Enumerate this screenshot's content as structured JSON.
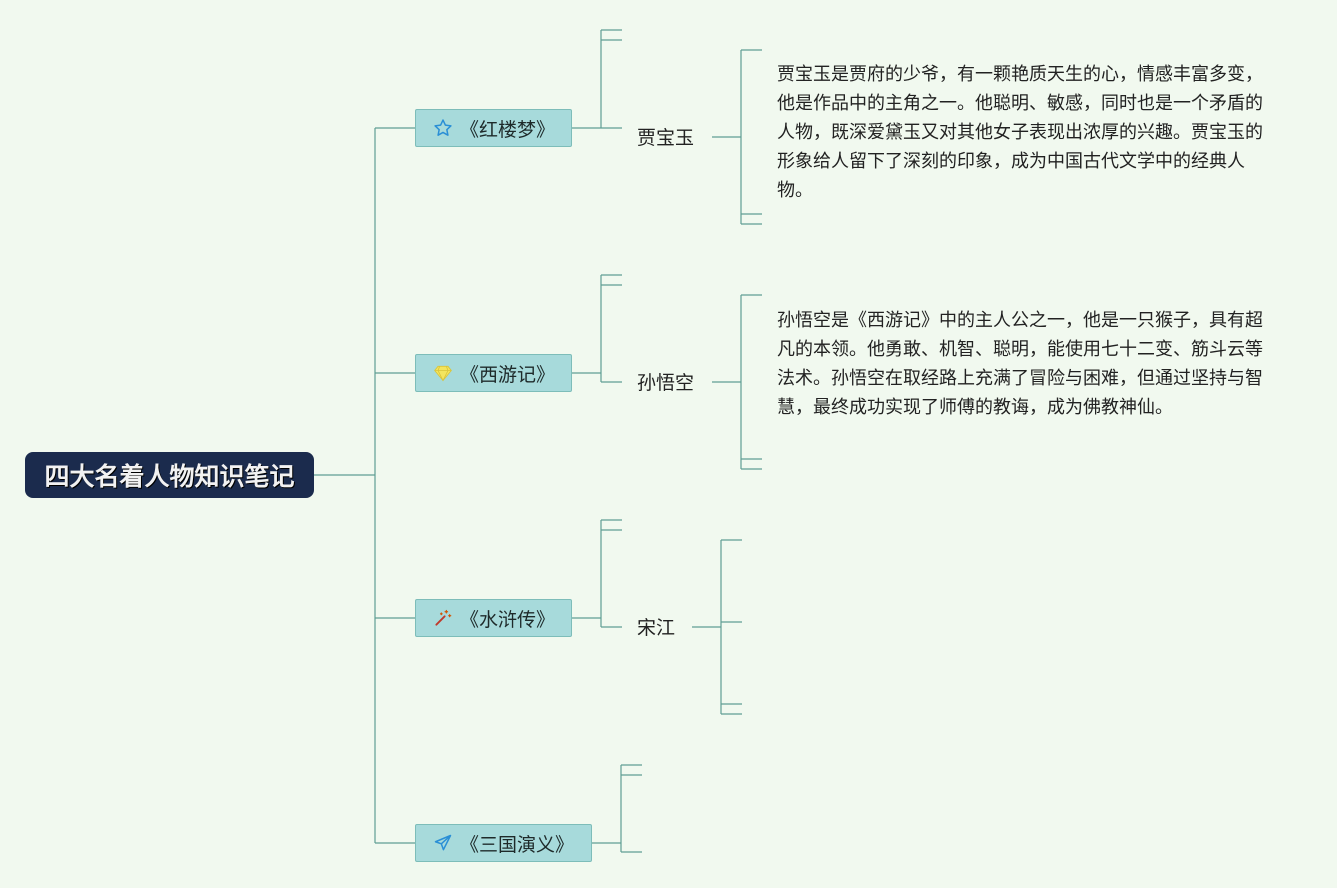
{
  "root": {
    "title": "四大名着人物知识笔记"
  },
  "books": [
    {
      "title": "《红楼梦》",
      "icon": "star-icon",
      "icon_color": "#2a8fd6"
    },
    {
      "title": "《西游记》",
      "icon": "diamond-icon",
      "icon_color": "#e8d84a"
    },
    {
      "title": "《水浒传》",
      "icon": "magic-wand-icon",
      "icon_color": "#c0392b"
    },
    {
      "title": "《三国演义》",
      "icon": "paper-plane-icon",
      "icon_color": "#2a8fd6"
    }
  ],
  "characters": [
    {
      "name": "贾宝玉",
      "description": "贾宝玉是贾府的少爷，有一颗艳质天生的心，情感丰富多变，他是作品中的主角之一。他聪明、敏感，同时也是一个矛盾的人物，既深爱黛玉又对其他女子表现出浓厚的兴趣。贾宝玉的形象给人留下了深刻的印象，成为中国古代文学中的经典人物。"
    },
    {
      "name": "孙悟空",
      "description": "孙悟空是《西游记》中的主人公之一，他是一只猴子，具有超凡的本领。他勇敢、机智、聪明，能使用七十二变、筋斗云等法术。孙悟空在取经路上充满了冒险与困难，但通过坚持与智慧，最终成功实现了师傅的教诲，成为佛教神仙。"
    },
    {
      "name": "宋江",
      "description": ""
    }
  ],
  "colors": {
    "line": "#5f9e93",
    "root_bg": "#1b2b4d",
    "book_bg": "#a7dadb",
    "background": "#f1f9ef"
  }
}
